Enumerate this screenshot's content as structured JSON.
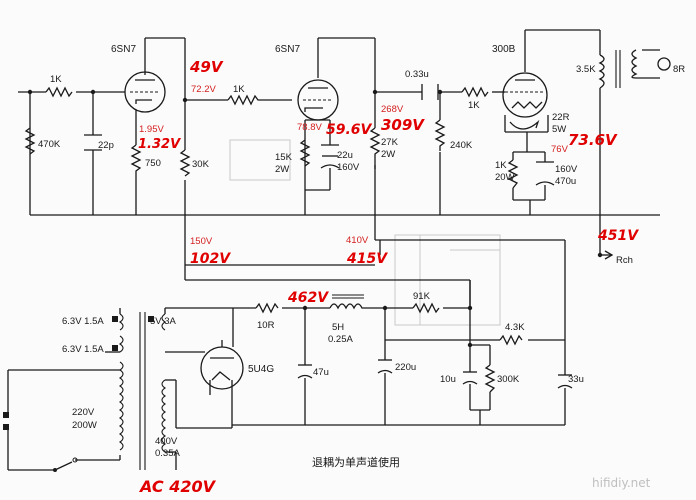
{
  "tubes": {
    "v1": "6SN7",
    "v2": "6SN7",
    "v3": "300B",
    "rect": "5U4G"
  },
  "components": {
    "r_1k_in": "1K",
    "r_470k": "470K",
    "c_22p": "22p",
    "r_750": "750",
    "r_30k": "30K",
    "r_1k_mid": "1K",
    "r_15k": "15K",
    "r_15k_w": "2W",
    "c_22u": "22u",
    "c_22u_v": "160V",
    "r_27k": "27K",
    "r_27k_w": "2W",
    "c_033u": "0.33u",
    "r_1k_grid": "1K",
    "r_240k": "240K",
    "r_22r": "22R",
    "r_22r_w": "5W",
    "r_1k_cath": "1K",
    "r_1k_cath_w": "20W",
    "c_470u_v": "160V",
    "c_470u": "470u",
    "ot_primary": "3.5K",
    "speaker": "8R",
    "rch": "Rch",
    "r_10r": "10R",
    "choke": "5H",
    "choke_i": "0.25A",
    "c_47u": "47u",
    "c_220u": "220u",
    "r_91k": "91K",
    "r_43k": "4.3K",
    "c_10u": "10u",
    "r_300k": "300K",
    "c_33u": "33u"
  },
  "transformer": {
    "sec1": "6.3V 1.5A",
    "sec2": "6.3V 1.5A",
    "sec3": "5V 3A",
    "pri_v": "220V",
    "pri_w": "200W",
    "hv_v": "400V",
    "hv_a": "0.35A"
  },
  "voltages": {
    "v_722": "72.2V",
    "v_195": "1.95V",
    "v_788": "78.8V",
    "v_268": "268V",
    "v_76": "76V",
    "v_150": "150V",
    "v_410": "410V"
  },
  "handwritten": {
    "h49": "49V",
    "h132": "1.32V",
    "h596": "59.6V",
    "h309": "309V",
    "h736": "73.6V",
    "h102": "102V",
    "h415": "415V",
    "h451": "451V",
    "h462": "462V",
    "hac": "AC 420V"
  },
  "note": "退耦为单声道使用",
  "watermark": "hifidiy.net"
}
